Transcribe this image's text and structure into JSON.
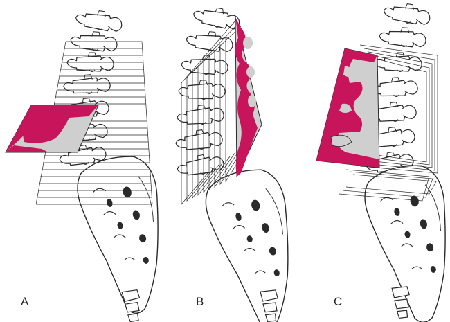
{
  "panels": [
    {
      "label": "A"
    },
    {
      "label": "B"
    },
    {
      "label": "C"
    }
  ],
  "colors": {
    "ink": "#2a2a2a",
    "slice_red": "#c8145a",
    "slice_gray": "#cfcfcf",
    "background": "#ffffff"
  }
}
